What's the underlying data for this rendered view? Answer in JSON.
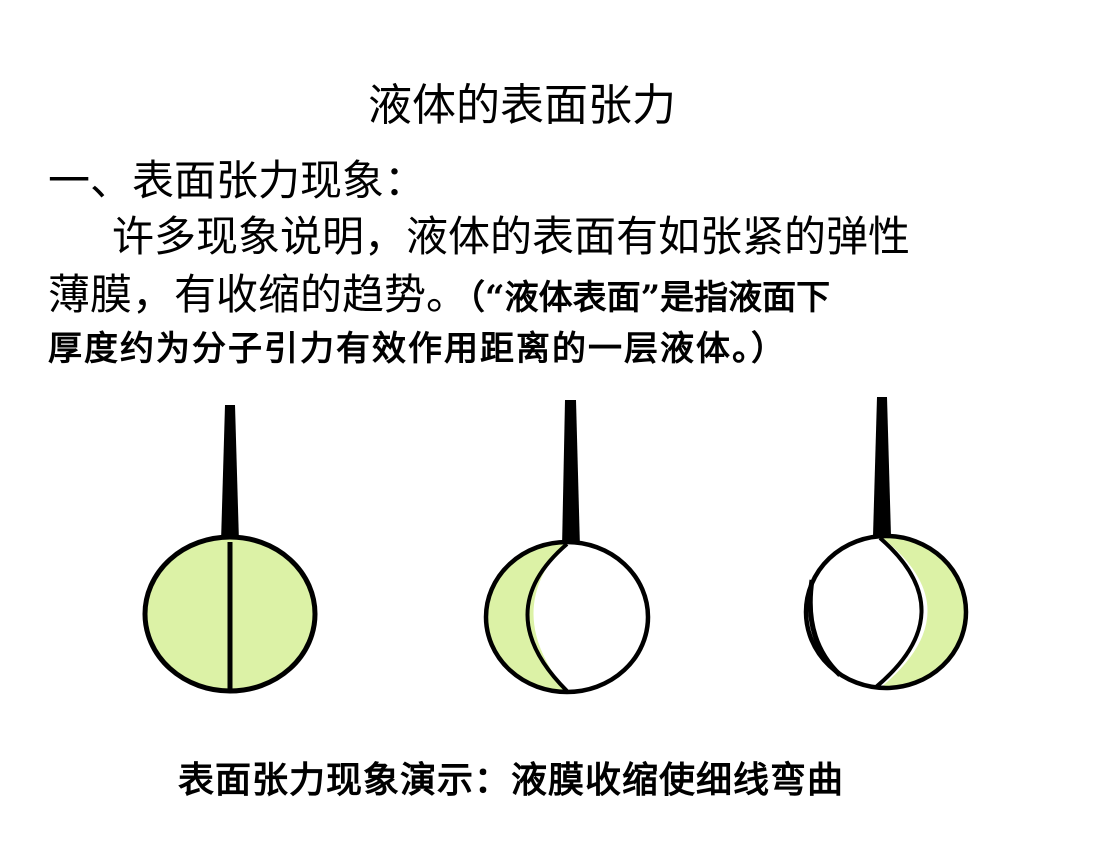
{
  "slide": {
    "title": "液体的表面张力",
    "heading": "一、表面张力现象：",
    "paragraph_line1": "许多现象说明，液体的表面有如张紧的弹性",
    "paragraph_line2_main": "薄膜，有收缩的趋势。",
    "paragraph_line2_note": "（“液体表面”是指液面下",
    "paragraph_line3": "厚度约为分子引力有效作用距离的一层液体。）",
    "caption": "表面张力现象演示：液膜收缩使细线弯曲"
  },
  "diagram": {
    "film_color": "#dcf2a6",
    "outline_color": "#000000",
    "figures": [
      {
        "name": "both-sides-film",
        "description": "液膜两侧都有，细线为直线"
      },
      {
        "name": "left-film-only",
        "description": "右侧液膜破裂，细线向左弯曲"
      },
      {
        "name": "right-film-only",
        "description": "左侧液膜破裂，细线向右弯曲"
      }
    ]
  }
}
